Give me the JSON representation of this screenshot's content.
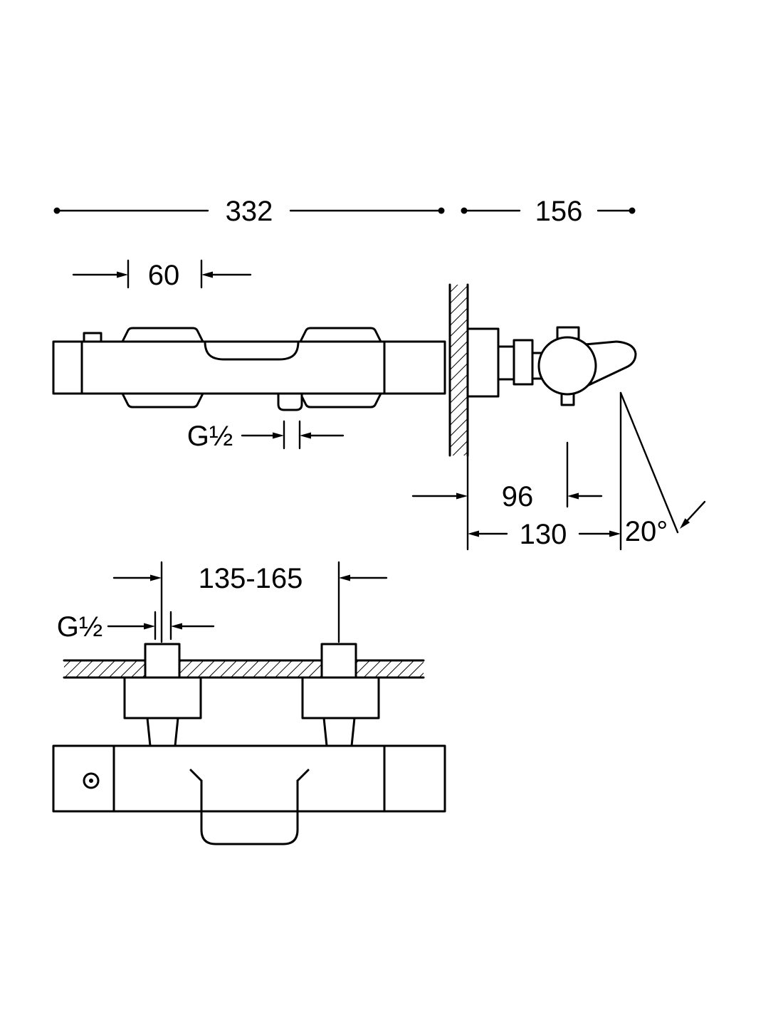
{
  "page": {
    "background_color": "#ffffff",
    "line_color": "#000000"
  },
  "drawing": {
    "type": "technical-dimension-diagram",
    "subject": "wall-mounted thermostatic bath-shower mixer, front / side / bottom installation views",
    "labels": {
      "overall_width": "332",
      "projection_depth": "156",
      "cartridge_width": "60",
      "outlet_thread": "G½",
      "wall_to_handle_center": "96",
      "wall_to_spout_tip": "130",
      "spout_angle": "20°",
      "inlet_center_distance": "135-165",
      "inlet_thread": "G½"
    }
  }
}
